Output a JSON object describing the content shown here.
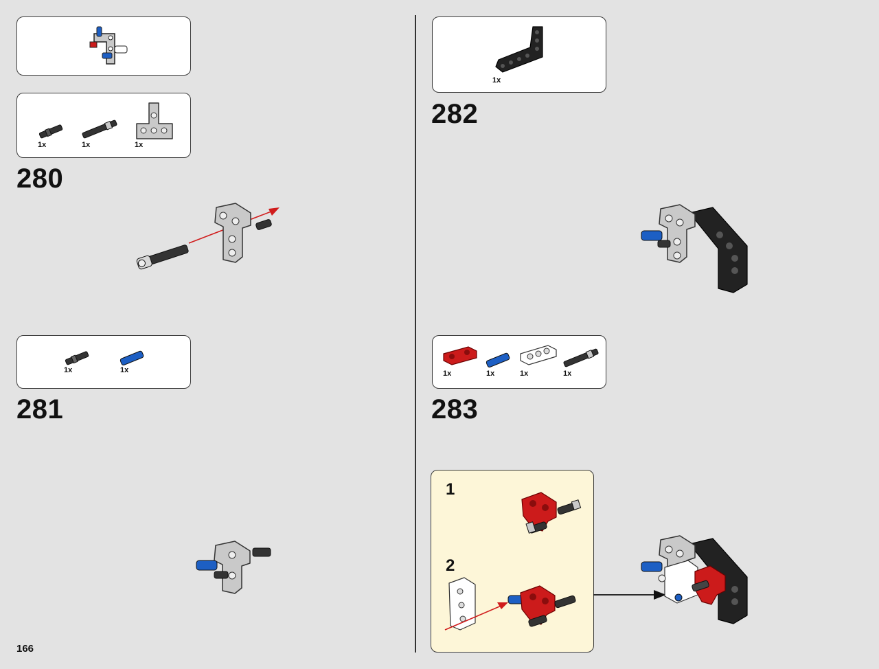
{
  "page": {
    "number": "166"
  },
  "steps": [
    {
      "number": "280",
      "parts": [
        "1x",
        "1x",
        "1x"
      ]
    },
    {
      "number": "281",
      "parts": [
        "1x",
        "1x"
      ]
    },
    {
      "number": "282",
      "parts": [
        "1x"
      ]
    },
    {
      "number": "283",
      "parts": [
        "1x",
        "1x",
        "1x",
        "1x"
      ]
    }
  ],
  "substeps": [
    "1",
    "2"
  ],
  "colors": {
    "background": "#e3e3e3",
    "light_gray": "#c9c9c9",
    "black": "#222222",
    "red": "#cc1b1b",
    "blue": "#1d5fc4",
    "white": "#ffffff",
    "substep_bg": "#fdf6d8",
    "arrow_red": "#d01c1c"
  }
}
